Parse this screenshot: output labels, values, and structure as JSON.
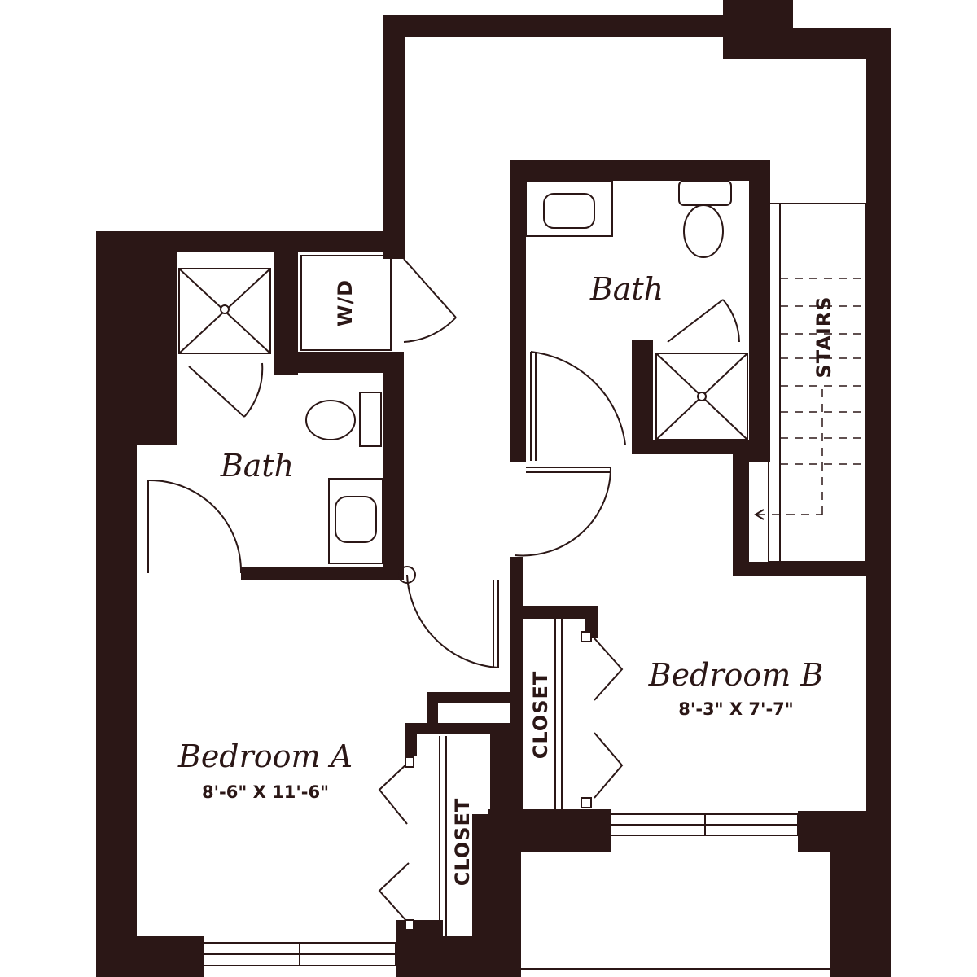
{
  "plan": {
    "rooms": [
      {
        "id": "bath-left",
        "label": "Bath"
      },
      {
        "id": "bath-right",
        "label": "Bath"
      },
      {
        "id": "bedroom-a",
        "label": "Bedroom A",
        "dimensions": "8'-6\" X 11'-6\""
      },
      {
        "id": "bedroom-b",
        "label": "Bedroom B",
        "dimensions": "8'-3\" X 7'-7\""
      }
    ],
    "tags": {
      "washer_dryer": "W/D",
      "closet_a": "CLOSET",
      "closet_b": "CLOSET",
      "stairs": "STAIRS"
    },
    "colors": {
      "wall": "#2b1716",
      "background": "#ffffff"
    }
  }
}
